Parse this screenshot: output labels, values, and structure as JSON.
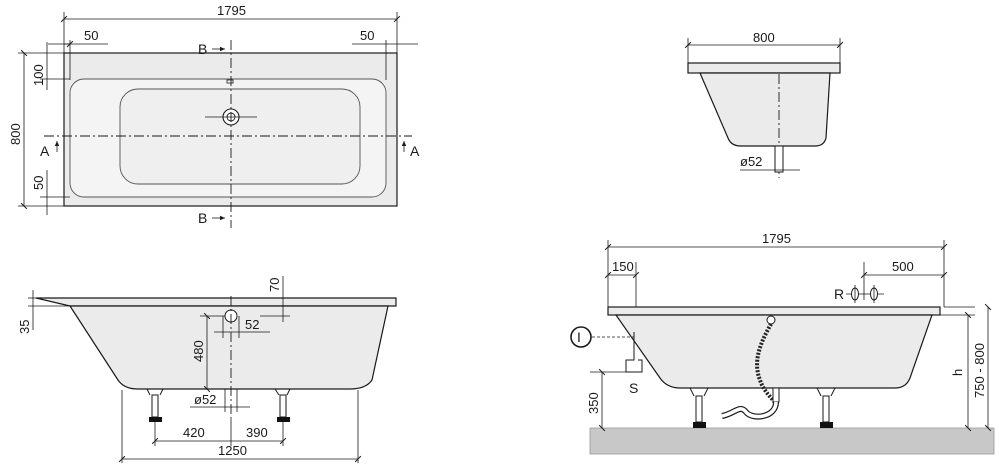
{
  "top_view": {
    "length": "1795",
    "rim_left": "50",
    "rim_right": "50",
    "width": "800",
    "rim_top": "100",
    "rim_bottom": "50",
    "section_a_left": "A",
    "section_a_right": "A",
    "section_b_top": "B",
    "section_b_bottom": "B"
  },
  "end_section": {
    "width": "800",
    "drain_diameter": "ø52"
  },
  "side_section": {
    "rim_thickness": "35",
    "overflow_offset": "70",
    "overflow_height": "480",
    "overflow_diameter": "52",
    "drain_diameter": "ø52",
    "foot_left": "420",
    "foot_right": "390",
    "feet_span": "1250"
  },
  "installation_view": {
    "length": "1795",
    "drain_offset": "150",
    "valve_offset": "500",
    "valve_label": "R",
    "connector_symbol": "I",
    "connector_label": "S",
    "connector_height": "350",
    "height_label": "h",
    "height_range": "750 - 800"
  },
  "colors": {
    "line": "#1a1a1a",
    "tub_fill": "#ebebeb",
    "floor": "#c8c8c8"
  }
}
